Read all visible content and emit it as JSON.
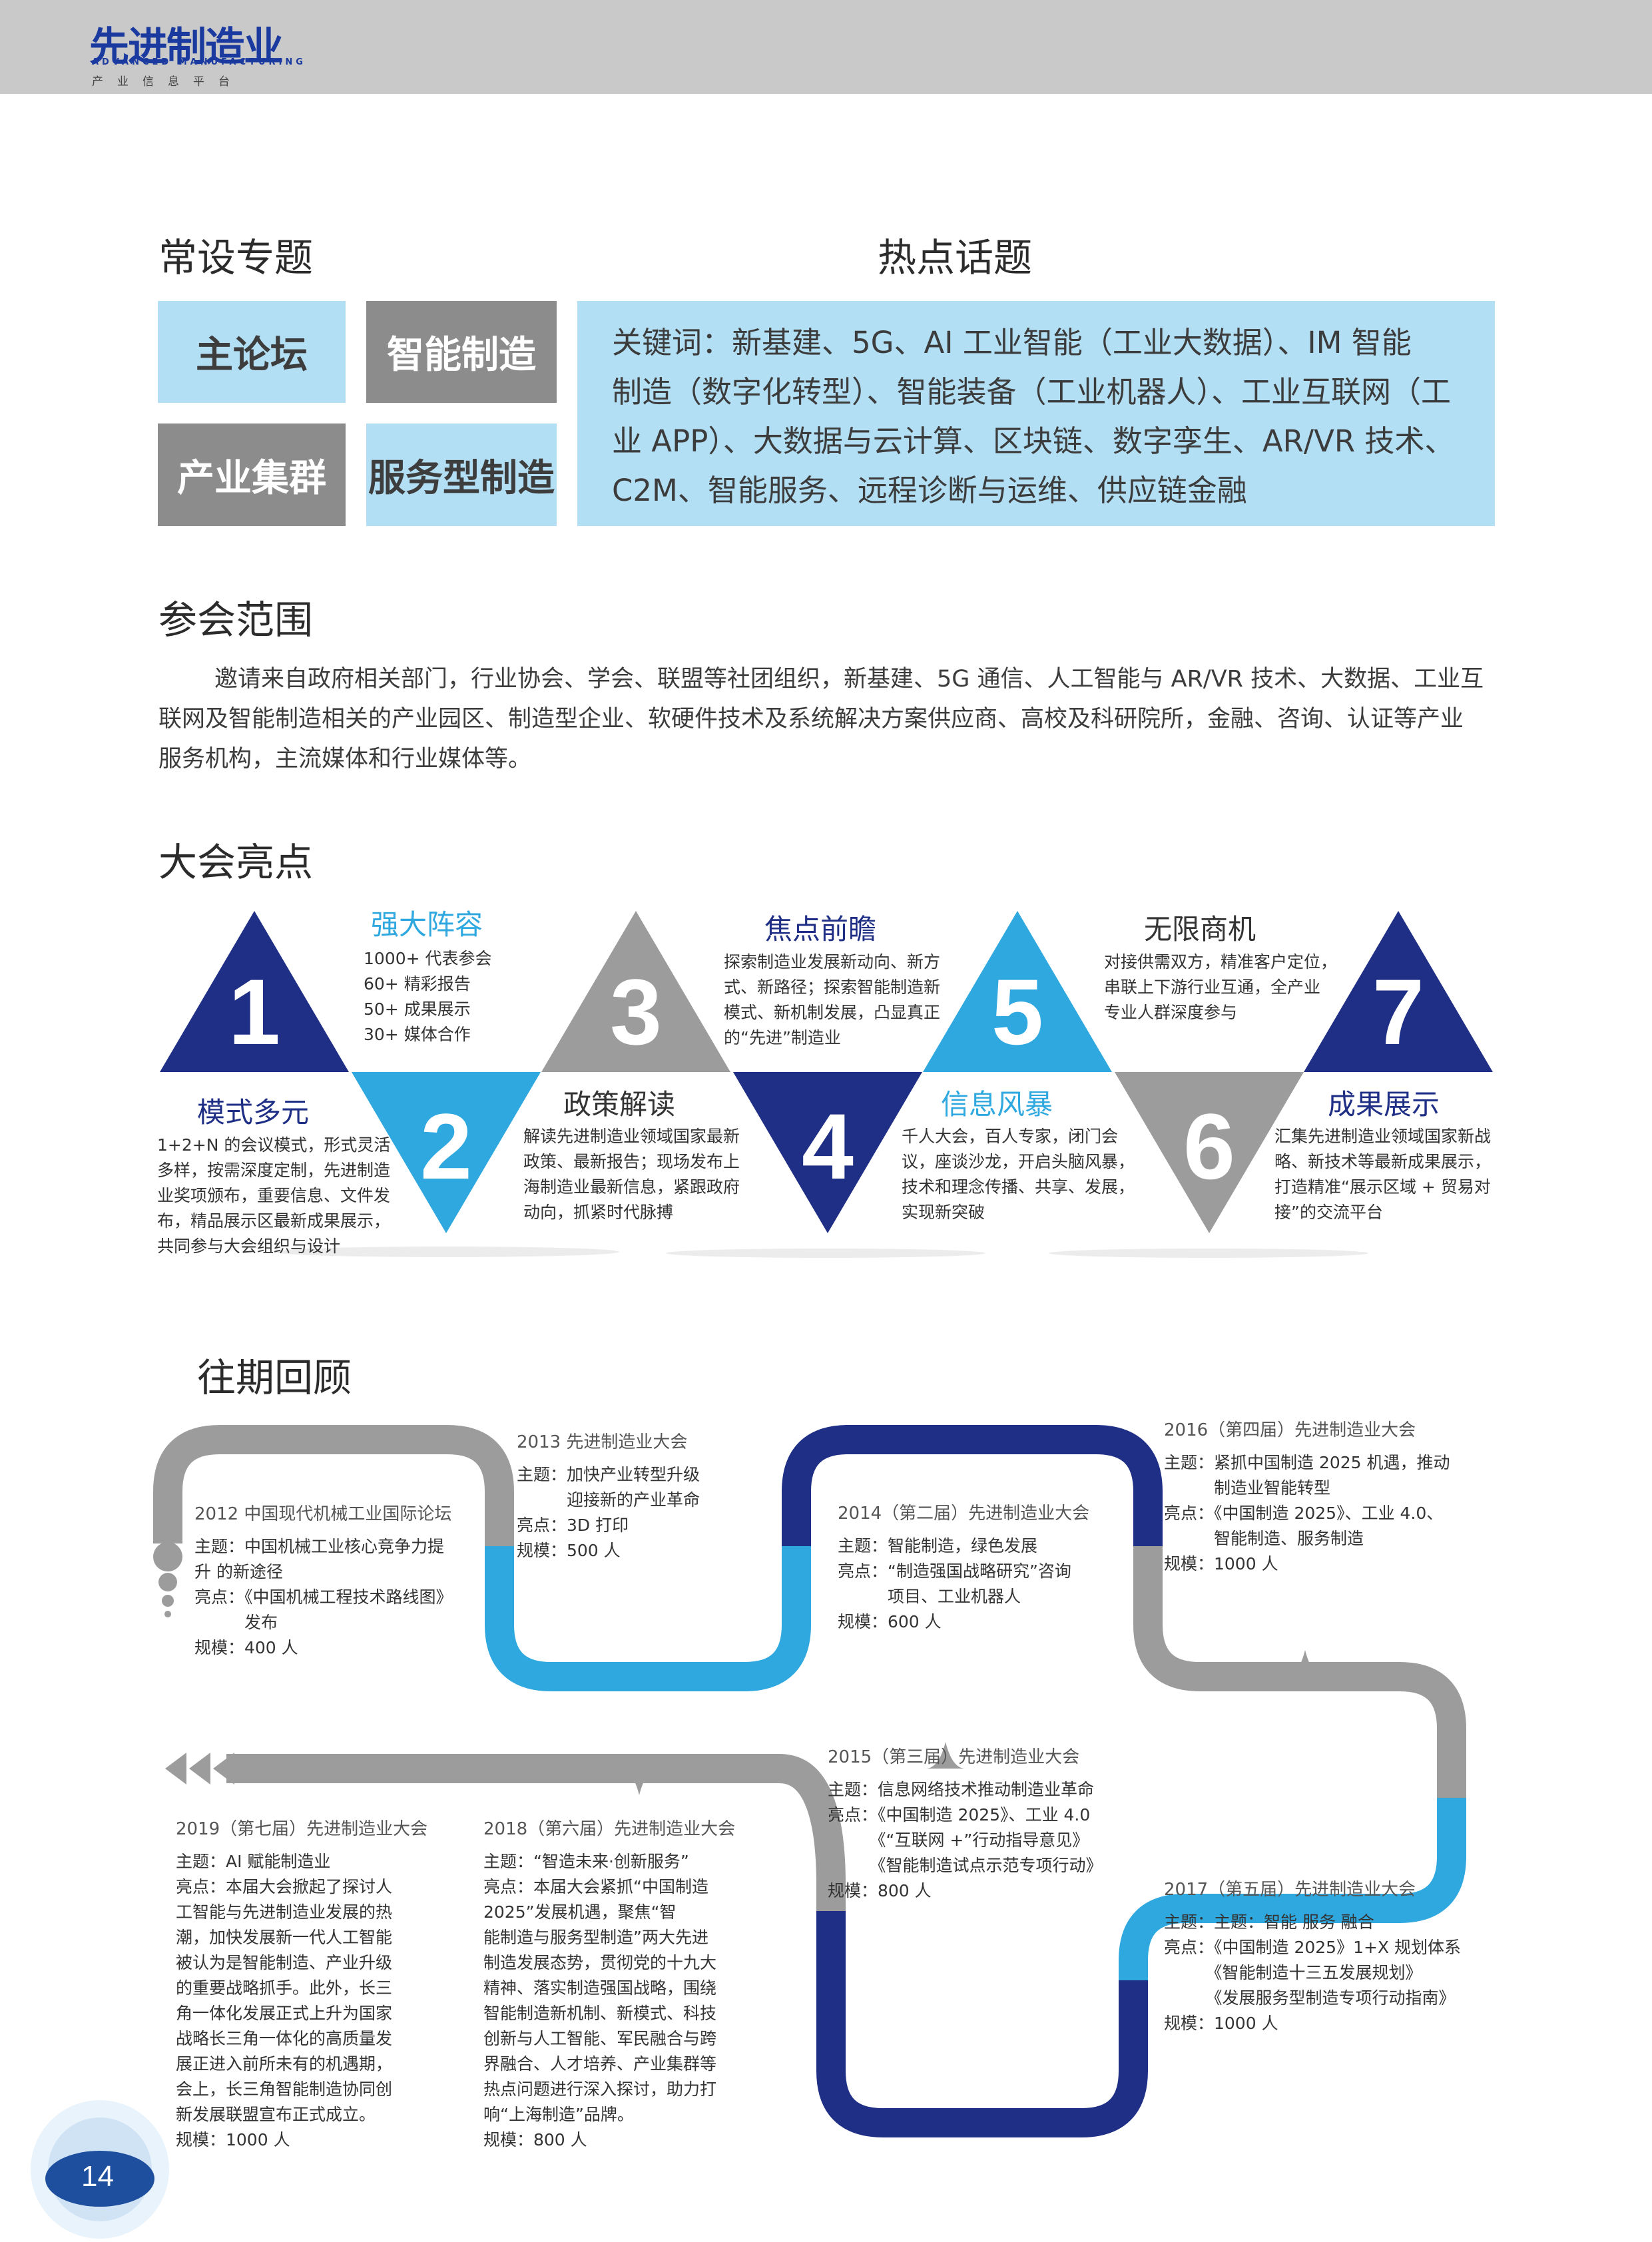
{
  "header": {
    "logo_main": "先进制造业",
    "logo_en": "ADVANCED MANUFACTURING",
    "logo_cn": "产业信息平台"
  },
  "sections": {
    "regular": "常设专题",
    "hot": "热点话题",
    "scope": "参会范围",
    "highlights": "大会亮点",
    "review": "往期回顾"
  },
  "topics": [
    "主论坛",
    "智能制造",
    "产业集群",
    "服务型制造"
  ],
  "hot_lines": [
    "关键词：新基建、5G、AI 工业智能（工业大数据）、IM 智能",
    "制造（数字化转型）、智能装备（工业机器人）、工业互联网（工",
    "业 APP）、大数据与云计算、区块链、数字孪生、AR/VR 技术、",
    "C2M、智能服务、远程诊断与运维、供应链金融"
  ],
  "scope_lines": [
    "邀请来自政府相关部门，行业协会、学会、联盟等社团组织，新基建、5G 通信、人工智能与 AR/VR 技术、大数据、工业互",
    "联网及智能制造相关的产业园区、制造型企业、软硬件技术及系统解决方案供应商、高校及科研院所，金融、咨询、认证等产业",
    "服务机构，主流媒体和行业媒体等。"
  ],
  "highlights": [
    {
      "num": "1",
      "title": "强大阵容",
      "lines": [
        "1000+ 代表参会",
        "60+ 精彩报告",
        "50+ 成果展示",
        "30+ 媒体合作"
      ]
    },
    {
      "num": "2",
      "title": "模式多元",
      "lines": [
        "1+2+N 的会议模式，形式灵活",
        "多样，按需深度定制，先进制造",
        "业奖项颁布，重要信息、文件发",
        "布，精品展示区最新成果展示，",
        "共同参与大会组织与设计"
      ]
    },
    {
      "num": "3",
      "title": "焦点前瞻",
      "lines": [
        "探索制造业发展新动向、新方",
        "式、新路径；探索智能制造新",
        "模式、新机制发展，凸显真正",
        "的“先进”制造业"
      ]
    },
    {
      "num": "4",
      "title": "政策解读",
      "lines": [
        "解读先进制造业领域国家最新",
        "政策、最新报告；现场发布上",
        "海制造业最新信息，紧跟政府",
        "动向，抓紧时代脉搏"
      ]
    },
    {
      "num": "5",
      "title": "无限商机",
      "lines": [
        "对接供需双方，精准客户定位，",
        "串联上下游行业互通，全产业",
        "专业人群深度参与"
      ]
    },
    {
      "num": "6",
      "title": "信息风暴",
      "lines": [
        "千人大会，百人专家，闭门会",
        "议，座谈沙龙，开启头脑风暴，",
        "技术和理念传播、共享、发展，",
        "实现新突破"
      ]
    },
    {
      "num": "7",
      "title": "成果展示",
      "lines": [
        "汇集先进制造业领域国家新战",
        "略、新技术等最新成果展示，",
        "打造精准“展示区域 + 贸易对",
        "接”的交流平台"
      ]
    }
  ],
  "timeline": [
    {
      "title": "2012 中国现代机械工业国际论坛",
      "lines": [
        "主题：中国机械工业核心竞争力提",
        "升 的新途径",
        "亮点：《中国机械工程技术路线图》",
        "　　　发布",
        "规模：400 人"
      ]
    },
    {
      "title": "2013 先进制造业大会",
      "lines": [
        "主题：加快产业转型升级",
        "　　　迎接新的产业革命",
        "亮点：3D 打印",
        "规模：500 人"
      ]
    },
    {
      "title": "2014（第二届）先进制造业大会",
      "lines": [
        "主题：智能制造，绿色发展",
        "亮点：“制造强国战略研究”咨询",
        "　　　项目、工业机器人",
        "规模：600 人"
      ]
    },
    {
      "title": "2016（第四届）先进制造业大会",
      "lines": [
        "主题：紧抓中国制造 2025 机遇，推动",
        "　　　制造业智能转型",
        "亮点：《中国制造 2025》、工业 4.0、",
        "　　　智能制造、服务制造",
        "规模：1000 人"
      ]
    },
    {
      "title": "2015（第三届）先进制造业大会",
      "lines": [
        "主题：信息网络技术推动制造业革命",
        "亮点：《中国制造 2025》、工业 4.0",
        "　　　《“互联网 +”行动指导意见》",
        "　　　《智能制造试点示范专项行动》",
        "规模：800 人"
      ]
    },
    {
      "title": "2017（第五届）先进制造业大会",
      "lines": [
        "主题：主题：智能 服务 融合",
        "亮点：《中国制造 2025》1+X 规划体系",
        "　　　《智能制造十三五发展规划》",
        "　　　《发展服务型制造专项行动指南》",
        "规模：1000 人"
      ]
    },
    {
      "title": "2018（第六届）先进制造业大会",
      "lines": [
        "主题：“智造未来·创新服务”",
        "亮点：本届大会紧抓“中国制造",
        "2025”发展机遇，聚焦“智",
        "能制造与服务型制造”两大先进",
        "制造发展态势，贯彻党的十九大",
        "精神、落实制造强国战略，围绕",
        "智能制造新机制、新模式、科技",
        "创新与人工智能、军民融合与跨",
        "界融合、人才培养、产业集群等",
        "热点问题进行深入探讨，助力打",
        "响“上海制造”品牌。",
        "规模：800 人"
      ]
    },
    {
      "title": "2019（第七届）先进制造业大会",
      "lines": [
        "主题：AI 赋能制造业",
        "亮点：本届大会掀起了探讨人",
        "工智能与先进制造业发展的热",
        "潮，加快发展新一代人工智能",
        "被认为是智能制造、产业升级",
        "的重要战略抓手。此外，长三",
        "角一体化发展正式上升为国家",
        "战略长三角一体化的高质量发",
        "展正进入前所未有的机遇期，",
        "会上，长三角智能制造协同创",
        "新发展联盟宣布正式成立。",
        "规模：1000 人"
      ]
    }
  ],
  "page_number": "14",
  "colors": {
    "navy": "#1f2f85",
    "sky": "#2fa8e0",
    "grey": "#9c9c9c",
    "tile_blue": "#b3dff4",
    "tile_grey": "#8c8c8c"
  }
}
